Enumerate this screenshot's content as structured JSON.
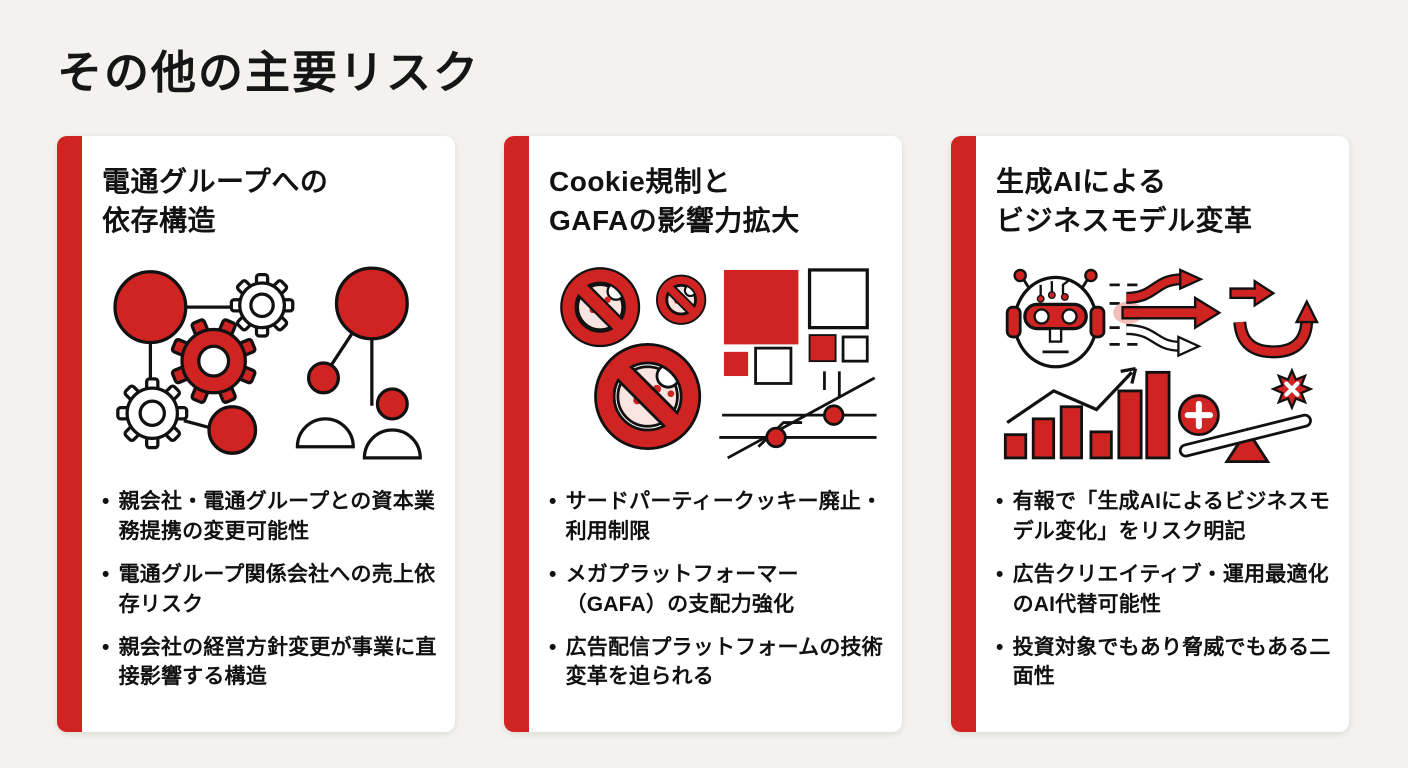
{
  "page": {
    "title": "その他の主要リスク"
  },
  "colors": {
    "accent_red": "#cf2422",
    "background": "#f3f2ef",
    "card_background": "#ffffff",
    "text": "#111111",
    "cookie_fill": "#f8e4e0"
  },
  "bullet_marker": "•",
  "cards": [
    {
      "id": "dentsu-dependency",
      "icon": "gears-network-people-icon",
      "title_lines": [
        "電通グループへの",
        "依存構造"
      ],
      "bullets": [
        "親会社・電通グループとの資本業務提携の変更可能性",
        "電通グループ関係会社への売上依存リスク",
        "親会社の経営方針変更が事業に直接影響する構造"
      ]
    },
    {
      "id": "cookie-gafa",
      "icon": "no-cookie-squares-icon",
      "title_lines": [
        "Cookie規制と",
        "GAFAの影響力拡大"
      ],
      "bullets": [
        "サードパーティークッキー廃止・利用制限",
        "メガプラットフォーマー（GAFA）の支配力強化",
        "広告配信プラットフォームの技術変革を迫られる"
      ]
    },
    {
      "id": "generative-ai",
      "icon": "ai-robot-arrows-chart-icon",
      "title_lines": [
        "生成AIによる",
        "ビジネスモデル変革"
      ],
      "bullets": [
        "有報で「生成AIによるビジネスモデル変化」をリスク明記",
        "広告クリエイティブ・運用最適化のAI代替可能性",
        "投資対象でもあり脅威でもある二面性"
      ]
    }
  ]
}
